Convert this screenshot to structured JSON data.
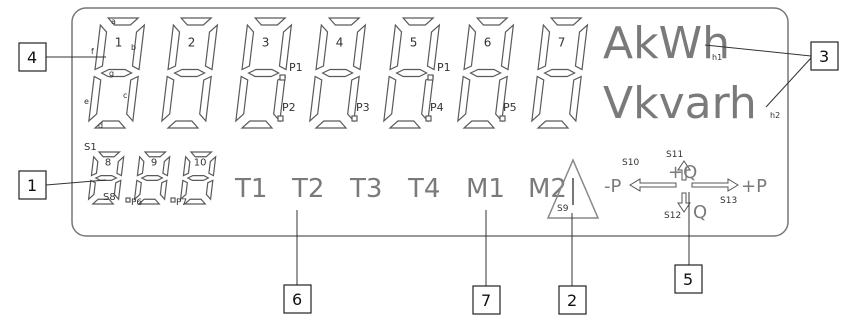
{
  "diagram": {
    "main_digits": [
      "1",
      "2",
      "3",
      "4",
      "5",
      "6",
      "7"
    ],
    "segment_letters": [
      "a",
      "b",
      "c",
      "d",
      "e",
      "f",
      "g"
    ],
    "points_upper": [
      "P1",
      "P1"
    ],
    "points_lower": [
      "P2",
      "P3",
      "P4",
      "P5"
    ],
    "unit_top": "AkWh",
    "unit_top_sub": "h1",
    "unit_bottom": "Vkvarh",
    "unit_bottom_sub": "h2",
    "small_digits": [
      "8",
      "9",
      "10"
    ],
    "small_points": [
      "P6",
      "P7"
    ],
    "s1": "S1",
    "s8": "S8",
    "tariffs": [
      "T1",
      "T2",
      "T3",
      "T4",
      "M1",
      "M2"
    ],
    "warning_label": "S9",
    "quadrant": {
      "s10": "S10",
      "s11": "S11",
      "s12": "S12",
      "s13": "S13",
      "plus_q": "+Q",
      "minus_q": "Q",
      "plus_p": "+P",
      "minus_p": "-P"
    },
    "callouts": [
      "1",
      "2",
      "3",
      "4",
      "5",
      "6",
      "7"
    ]
  }
}
